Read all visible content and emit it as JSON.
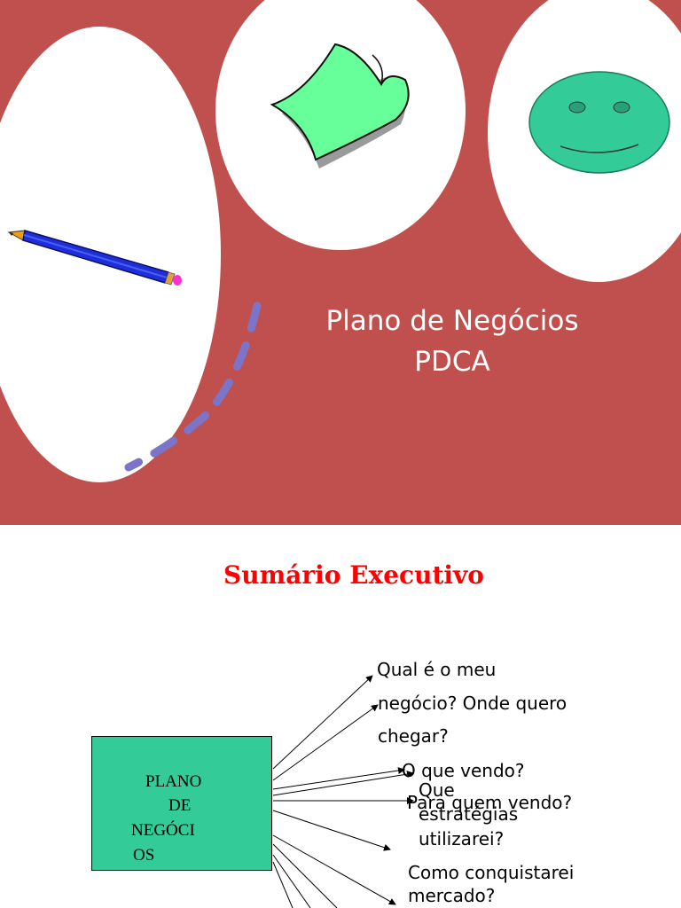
{
  "slide1": {
    "title_line1": "Plano de Negócios",
    "title_line2": "PDCA",
    "background_color": "#c0504d",
    "icons": [
      "pencil-icon",
      "paper-note-icon",
      "smiley-face-icon"
    ]
  },
  "slide2": {
    "heading": "Sumário Executivo",
    "heading_color": "#ff0000",
    "box_color": "#33cc99",
    "box_lines": [
      "PLANO",
      "DE",
      "NEGÓCI",
      "OS"
    ],
    "questions": [
      "Qual é o meu",
      "negócio? Onde quero",
      "chegar?",
      "O que vendo?",
      "Para quem vendo?",
      "Que",
      "estratégias",
      "utilizarei?",
      "Como conquistarei",
      "mercado?"
    ]
  }
}
